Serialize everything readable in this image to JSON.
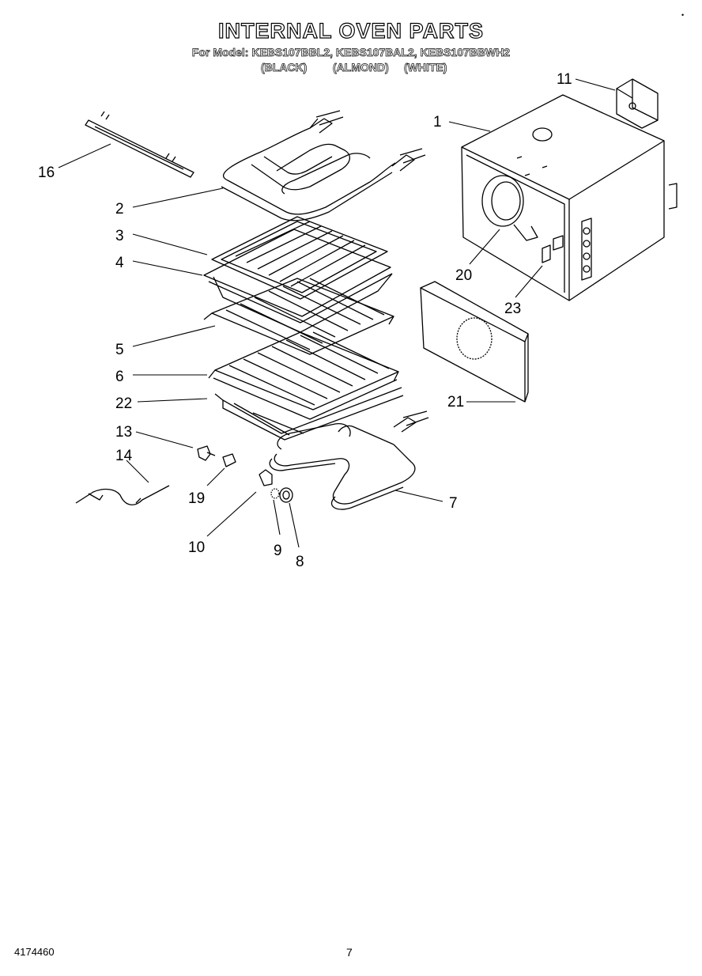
{
  "header": {
    "title": "INTERNAL OVEN PARTS",
    "models_line": "For Model: KEBS107BBL2, KEBS107BAL2, KEBS107BBWH2",
    "color_black": "(BLACK)",
    "color_almond": "(ALMOND)",
    "color_white": "(WHITE)"
  },
  "callouts": {
    "c1": "1",
    "c2": "2",
    "c3": "3",
    "c4": "4",
    "c5": "5",
    "c6": "6",
    "c7": "7",
    "c8": "8",
    "c9": "9",
    "c10": "10",
    "c11": "11",
    "c13": "13",
    "c14": "14",
    "c16": "16",
    "c19": "19",
    "c20": "20",
    "c21": "21",
    "c22": "22",
    "c23": "23"
  },
  "footer": {
    "doc_number": "4174460",
    "page_number": "7"
  },
  "corner_mark": "•"
}
